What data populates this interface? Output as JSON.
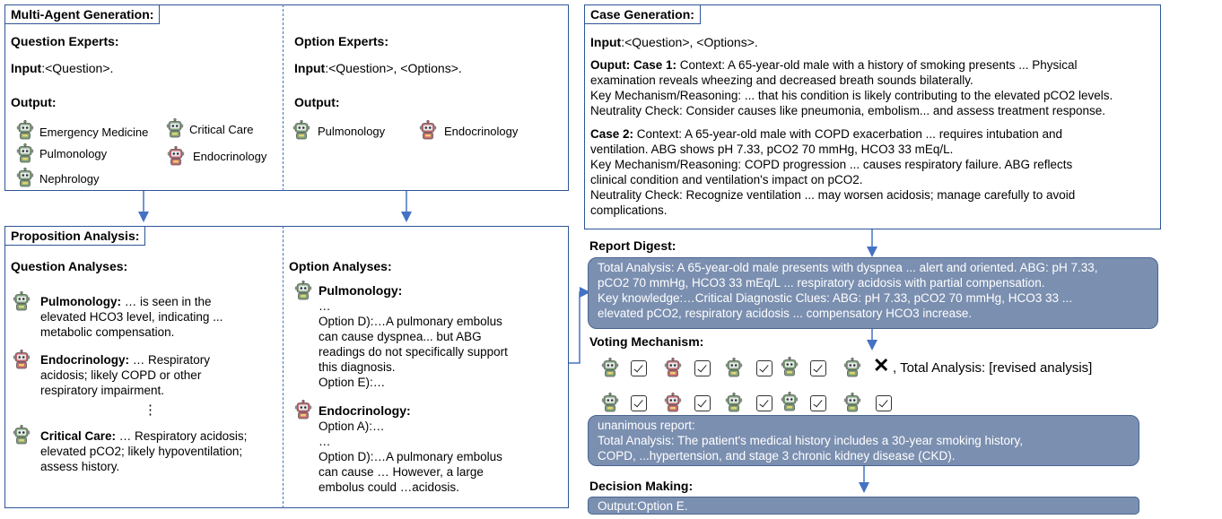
{
  "multi_agent": {
    "title": "Multi-Agent Generation:",
    "question_experts": {
      "heading": "Question Experts:",
      "input_label": "Input",
      "input_value": ":<Question>.",
      "output_label": "Output:",
      "experts": [
        "Emergency Medicine",
        "Critical Care",
        "Pulmonology",
        "Endocrinology",
        "Nephrology"
      ]
    },
    "option_experts": {
      "heading": "Option Experts:",
      "input_label": "Input",
      "input_value": ":<Question>, <Options>.",
      "output_label": "Output:",
      "experts": [
        "Pulmonology",
        "Endocrinology"
      ]
    }
  },
  "proposition": {
    "title": "Proposition Analysis:",
    "question_analyses": {
      "heading": "Question Analyses:",
      "items": [
        {
          "name": "Pulmonology:",
          "lines": [
            " … is seen in the",
            "elevated HCO3 level, indicating ...",
            "metabolic compensation."
          ]
        },
        {
          "name": "Endocrinology:",
          "lines": [
            " … Respiratory",
            "acidosis; likely COPD or other",
            "respiratory impairment."
          ]
        },
        {
          "name": "Critical Care:",
          "lines": [
            " … Respiratory acidosis;",
            "elevated pCO2; likely hypoventilation;",
            "assess history."
          ]
        }
      ],
      "vdots": "⋮"
    },
    "option_analyses": {
      "heading": "Option Analyses:",
      "pulmonology_name": "Pulmonology:",
      "pulmonology_lines": [
        "…",
        "Option D):…A pulmonary embolus",
        "can cause dyspnea... but ABG",
        "readings do not specifically support",
        "this diagnosis.",
        "Option E):…"
      ],
      "endocrinology_name": "Endocrinology:",
      "endocrinology_lines": [
        "Option A):…",
        "…",
        "Option D):…A pulmonary embolus",
        "can cause … However, a large",
        "embolus could …acidosis."
      ]
    }
  },
  "case_generation": {
    "title": "Case Generation:",
    "input_label": "Input",
    "input_value": ":<Question>, <Options>.",
    "case1_label": "Ouput: Case 1:",
    "case1_lines": [
      " Context: A 65-year-old male with a history of smoking presents ... Physical",
      "examination reveals wheezing and decreased breath sounds bilaterally.",
      "Key Mechanism/Reasoning: ... that his condition is likely contributing to the elevated pCO2 levels.",
      "Neutrality Check: Consider causes like pneumonia, embolism... and assess treatment response."
    ],
    "case2_label": "Case 2:",
    "case2_lines": [
      " Context: A 65-year-old male with COPD exacerbation ... requires intubation and",
      "ventilation. ABG shows pH 7.33, pCO2 70 mmHg, HCO3 33 mEq/L.",
      "Key Mechanism/Reasoning: COPD progression ... causes respiratory failure. ABG reflects",
      "clinical condition and ventilation's impact on pCO2.",
      "Neutrality Check: Recognize ventilation ... may worsen acidosis; manage carefully to avoid",
      "complications."
    ]
  },
  "report_digest": {
    "title": "Report Digest:",
    "lines": [
      "Total Analysis: A 65-year-old male presents with dyspnea ... alert and oriented. ABG: pH 7.33,",
      "pCO2 70 mmHg, HCO3 33 mEq/L ... respiratory acidosis with partial compensation.",
      "Key knowledge:…Critical Diagnostic Clues: ABG: pH 7.33, pCO2 70 mmHg, HCO3 33 ...",
      "elevated pCO2, respiratory acidosis ... compensatory HCO3 increase."
    ]
  },
  "voting": {
    "title": "Voting  Mechanism:",
    "cross": "✕",
    "revised": ", Total Analysis: [revised analysis]",
    "lines": [
      "unanimous report:",
      "Total Analysis: The patient's medical history includes a 30-year smoking history,",
      "COPD, ...hypertension, and stage 3 chronic kidney disease (CKD)."
    ]
  },
  "decision": {
    "title": "Decision Making:",
    "output": "Output:Option E."
  },
  "colors": {
    "border": "#2f5597",
    "arrow": "#4472c4",
    "report_fill": "#7b8fb0",
    "robot_green": "#7fa37a",
    "robot_pink": "#c86a73"
  }
}
